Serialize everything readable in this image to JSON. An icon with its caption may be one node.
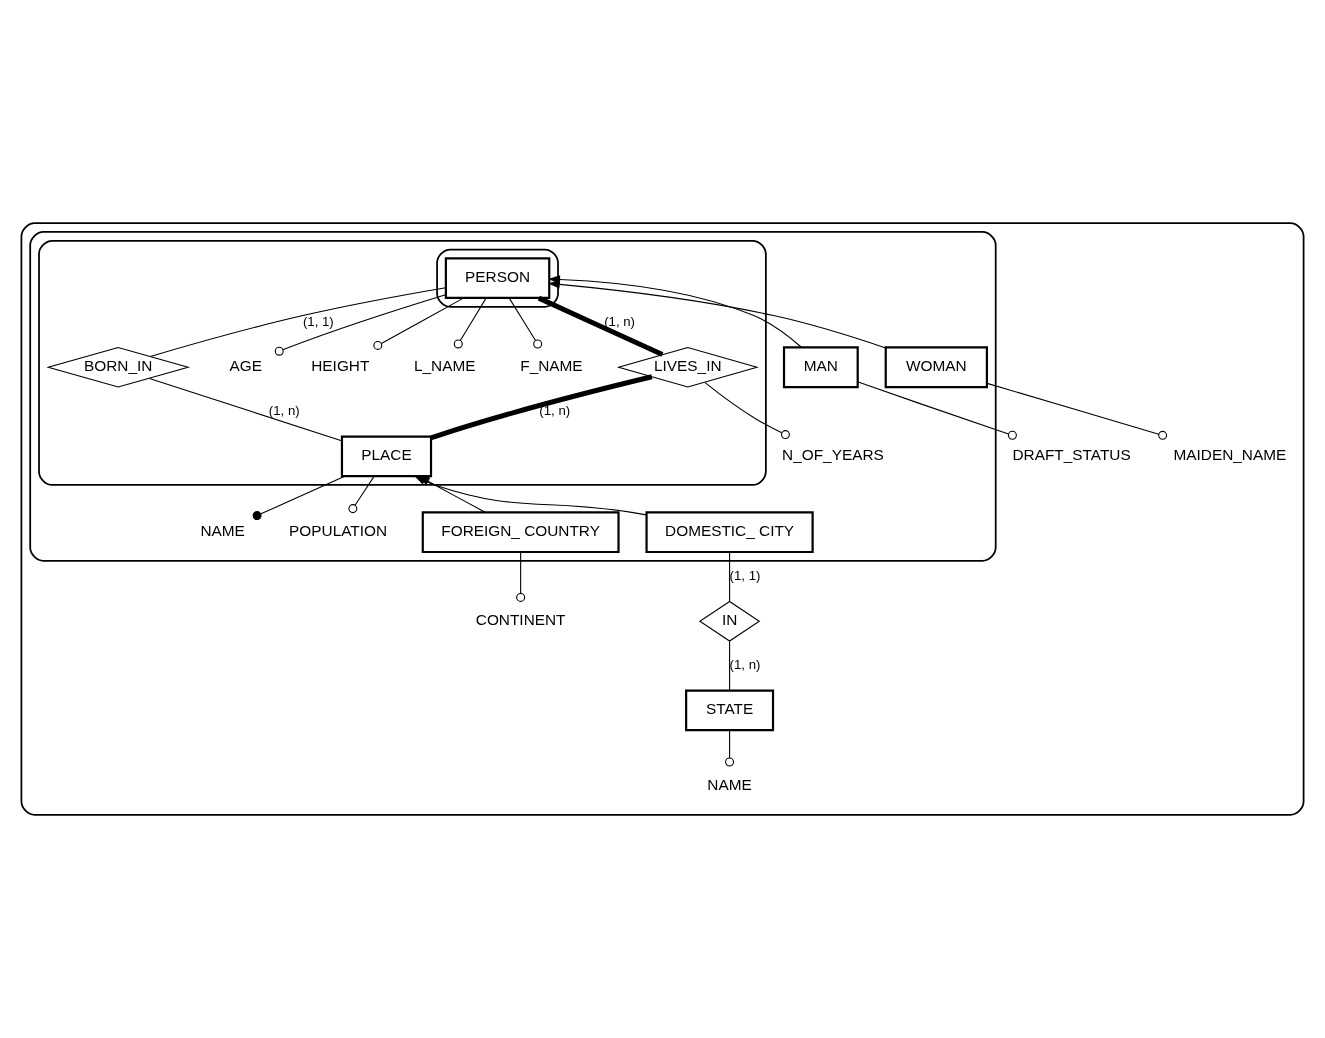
{
  "diagram": {
    "nodes": [
      {
        "text": [],
        "shape": "box"
      },
      {
        "text": [],
        "shape": "box",
        "in": 0
      },
      {
        "text": [],
        "shape": "box",
        "in": 1
      },
      {
        "text": [
          "BORN_IN"
        ],
        "in": 2
      },
      {
        "text": [
          "AGE"
        ],
        "in": 2
      },
      {
        "text": [
          "HEIGHT"
        ],
        "in": 2
      },
      {
        "text": [
          "L_NAME"
        ],
        "in": 2
      },
      {
        "text": [
          "F_NAME"
        ],
        "in": 2
      },
      {
        "text": [],
        "shape": "box",
        "in": 2
      },
      {
        "text": [
          "PERSON"
        ],
        "in": 8
      },
      {
        "text": [
          "LIVES_IN"
        ],
        "in": 2
      },
      {
        "text": [
          "PLACE"
        ],
        "in": 2
      },
      {
        "text": [
          "NAME"
        ],
        "in": 1
      },
      {
        "text": [
          "POPULATION"
        ],
        "in": 1
      },
      {
        "text": [
          "N_OF_YEARS"
        ],
        "in": 1
      },
      {
        "text": [
          "MAN"
        ],
        "in": 1
      },
      {
        "text": [
          "WOMAN"
        ],
        "in": 1
      },
      {
        "text": [
          "FOREIGN_ COUNTRY"
        ],
        "in": 1
      },
      {
        "text": [
          "DOMESTIC_ CITY"
        ],
        "in": 1
      },
      {
        "text": [
          "DRAFT_STATUS"
        ],
        "in": 0
      },
      {
        "text": [
          "MAIDEN_NAME"
        ],
        "in": 0
      },
      {
        "text": [
          "CONTINENT"
        ],
        "in": 0
      },
      {
        "text": [
          "IN"
        ],
        "in": 0
      },
      {
        "text": [
          "NAME"
        ],
        "in": 0
      },
      {
        "text": [
          "STATE"
        ],
        "in": 0
      }
    ],
    "edges": [
      {
        "from": 9,
        "to": 3,
        "arrow": "none",
        "label": "(1, 1)"
      },
      {
        "from": 3,
        "to": 11,
        "arrow": "none",
        "label": "(1, n)"
      },
      {
        "from": 9,
        "to": 10,
        "arrow": "none",
        "label": "(1, n)",
        "style": "thick"
      },
      {
        "from": 10,
        "to": 11,
        "arrow": "none",
        "label": "(1, n)",
        "style": "thick"
      },
      {
        "from": 9,
        "to": 4,
        "arrow": "other"
      },
      {
        "from": 9,
        "to": 5,
        "arrow": "other"
      },
      {
        "from": 9,
        "to": 6,
        "arrow": "other"
      },
      {
        "from": 9,
        "to": 7,
        "arrow": "other"
      },
      {
        "from": 10,
        "to": 14,
        "arrow": "other"
      },
      {
        "from": 11,
        "to": 12,
        "arrow": "other"
      },
      {
        "from": 11,
        "to": 13,
        "arrow": "other"
      },
      {
        "from": 15,
        "to": 9,
        "arrow": "to"
      },
      {
        "from": 16,
        "to": 9,
        "arrow": "to"
      },
      {
        "from": 17,
        "to": 11,
        "arrow": "to"
      },
      {
        "from": 18,
        "to": 11,
        "arrow": "to"
      },
      {
        "from": 15,
        "to": 19,
        "arrow": "other"
      },
      {
        "from": 16,
        "to": 20,
        "arrow": "other"
      },
      {
        "from": 17,
        "to": 21,
        "arrow": "other"
      },
      {
        "from": 18,
        "to": 22,
        "arrow": "none",
        "label": "(1, 1)"
      },
      {
        "from": 22,
        "to": 24,
        "arrow": "none",
        "label": "(1, n)"
      },
      {
        "from": 24,
        "to": 23,
        "arrow": "other"
      }
    ]
  }
}
